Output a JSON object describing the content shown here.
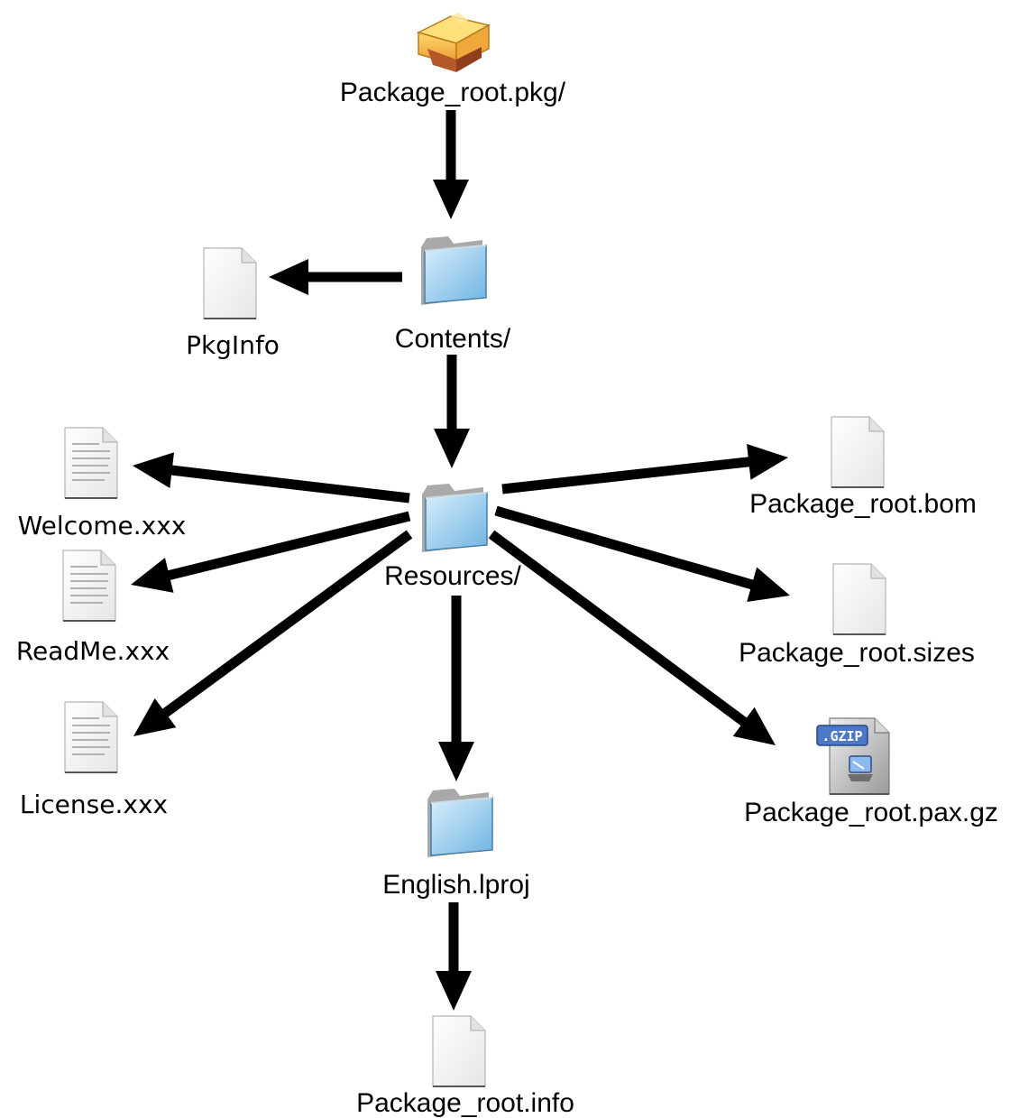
{
  "nodes": {
    "package_root": {
      "label": "Package_root.pkg/",
      "icon": "package-icon"
    },
    "contents": {
      "label": "Contents/",
      "icon": "folder-icon"
    },
    "pkginfo": {
      "label": "PkgInfo",
      "icon": "blank-document-icon"
    },
    "resources": {
      "label": "Resources/",
      "icon": "folder-icon"
    },
    "welcome": {
      "label": "Welcome.xxx",
      "icon": "text-document-icon"
    },
    "readme": {
      "label": "ReadMe.xxx",
      "icon": "text-document-icon"
    },
    "license": {
      "label": "License.xxx",
      "icon": "text-document-icon"
    },
    "bom": {
      "label": "Package_root.bom",
      "icon": "blank-document-icon"
    },
    "sizes": {
      "label": "Package_root.sizes",
      "icon": "blank-document-icon"
    },
    "paxgz": {
      "label": "Package_root.pax.gz",
      "icon": "gzip-archive-icon",
      "badge": ".GZIP"
    },
    "english": {
      "label": "English.lproj",
      "icon": "folder-icon"
    },
    "info": {
      "label": "Package_root.info",
      "icon": "blank-document-icon"
    }
  },
  "edges": [
    {
      "from": "package_root",
      "to": "contents"
    },
    {
      "from": "contents",
      "to": "pkginfo"
    },
    {
      "from": "contents",
      "to": "resources"
    },
    {
      "from": "resources",
      "to": "welcome"
    },
    {
      "from": "resources",
      "to": "readme"
    },
    {
      "from": "resources",
      "to": "license"
    },
    {
      "from": "resources",
      "to": "bom"
    },
    {
      "from": "resources",
      "to": "sizes"
    },
    {
      "from": "resources",
      "to": "paxgz"
    },
    {
      "from": "resources",
      "to": "english"
    },
    {
      "from": "english",
      "to": "info"
    }
  ],
  "colors": {
    "arrow": "#000000",
    "folder": "#8ec9ef",
    "package_box": "#f2b33d",
    "package_base": "#b4582a",
    "document": "#f4f4f4"
  }
}
